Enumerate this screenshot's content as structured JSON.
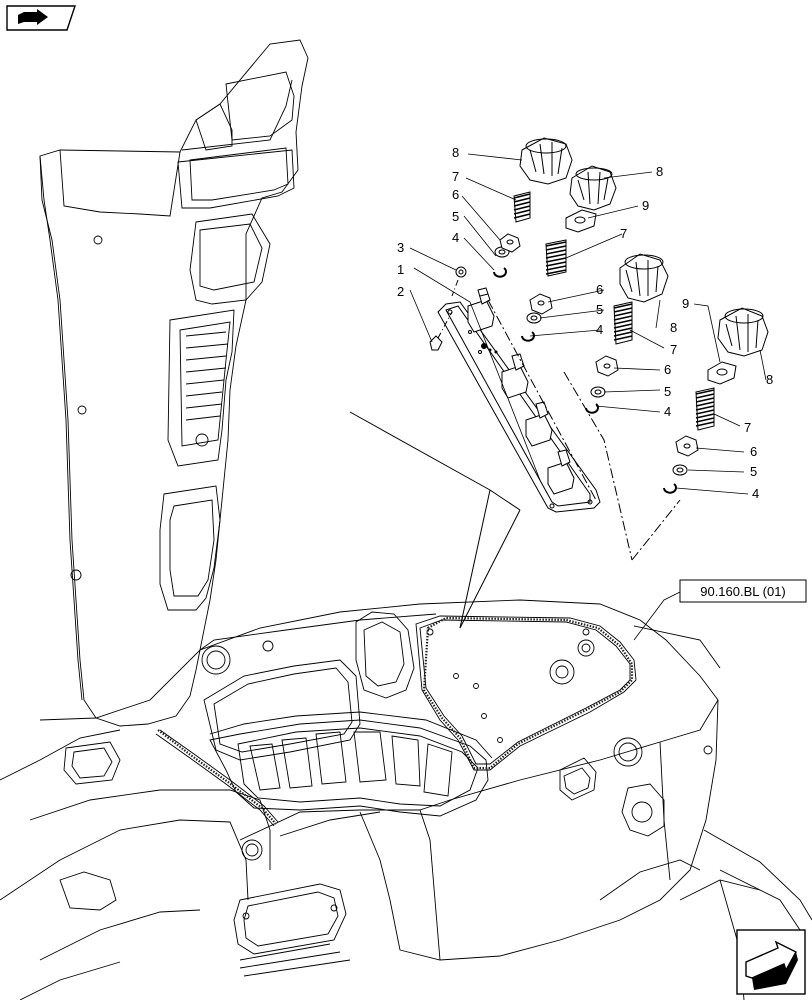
{
  "diagram": {
    "reference_label": "90.160.BL (01)",
    "callouts": [
      {
        "id": "c1",
        "label": "1"
      },
      {
        "id": "c2",
        "label": "2"
      },
      {
        "id": "c3",
        "label": "3"
      },
      {
        "id": "c4a",
        "label": "4"
      },
      {
        "id": "c4b",
        "label": "4"
      },
      {
        "id": "c4c",
        "label": "4"
      },
      {
        "id": "c4d",
        "label": "4"
      },
      {
        "id": "c5a",
        "label": "5"
      },
      {
        "id": "c5b",
        "label": "5"
      },
      {
        "id": "c5c",
        "label": "5"
      },
      {
        "id": "c5d",
        "label": "5"
      },
      {
        "id": "c6a",
        "label": "6"
      },
      {
        "id": "c6b",
        "label": "6"
      },
      {
        "id": "c6c",
        "label": "6"
      },
      {
        "id": "c6d",
        "label": "6"
      },
      {
        "id": "c7a",
        "label": "7"
      },
      {
        "id": "c7b",
        "label": "7"
      },
      {
        "id": "c7c",
        "label": "7"
      },
      {
        "id": "c7d",
        "label": "7"
      },
      {
        "id": "c8a",
        "label": "8"
      },
      {
        "id": "c8b",
        "label": "8"
      },
      {
        "id": "c8c",
        "label": "8"
      },
      {
        "id": "c8d",
        "label": "8"
      },
      {
        "id": "c9a",
        "label": "9"
      },
      {
        "id": "c9b",
        "label": "9"
      }
    ]
  },
  "navigation": {
    "prev_icon": "book-arrow-icon",
    "next_icon": "next-page-arrow-icon"
  }
}
